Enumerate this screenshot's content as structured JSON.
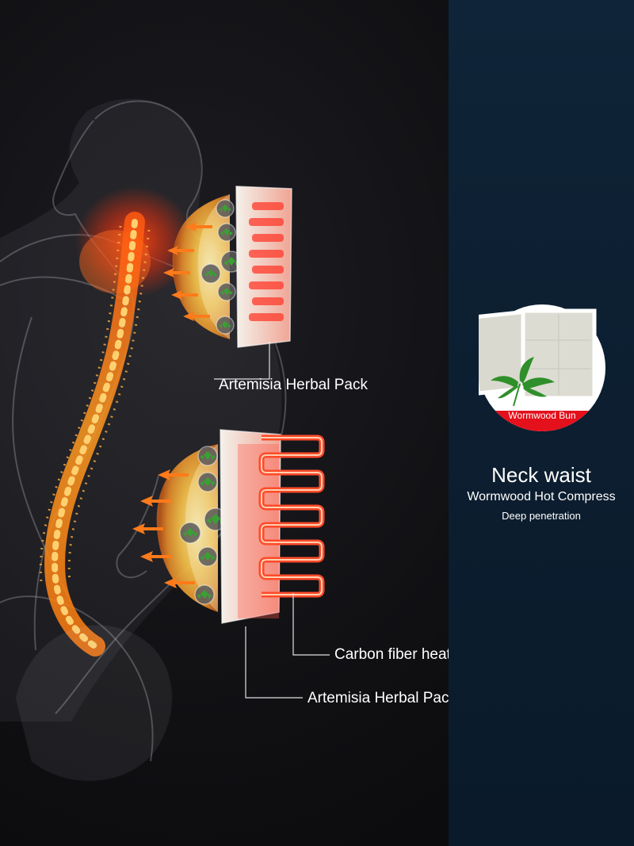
{
  "illustration": {
    "upper_pack_label": "Artemisia Herbal Pack",
    "carbon_label": "Carbon fiber heating",
    "lower_pack_label": "Artemisia Herbal Pack"
  },
  "product": {
    "badge_text": "Wormwood Bun",
    "title": "Neck waist",
    "subtitle": "Wormwood Hot Compress",
    "tagline": "Deep penetration"
  },
  "colors": {
    "heat_orange": "#ff6a1a",
    "badge_red": "#e4101c",
    "panel_navy": "#0f2438",
    "leaf_green": "#2f8f2a"
  }
}
